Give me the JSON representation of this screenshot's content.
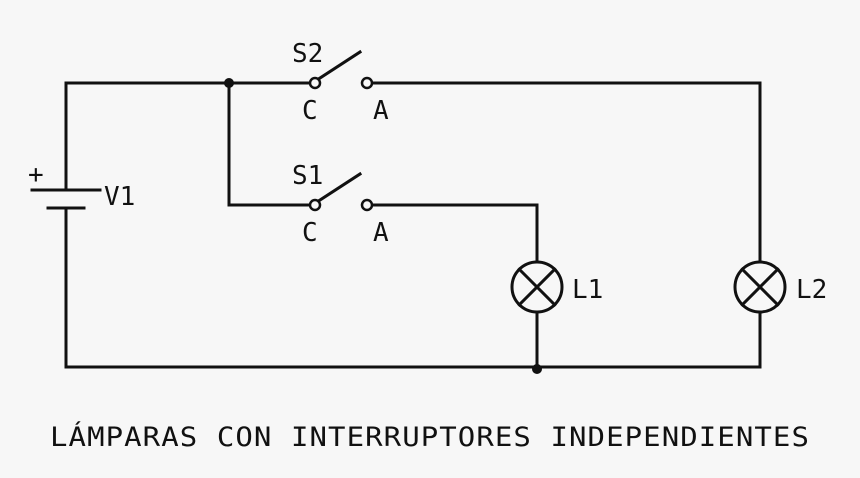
{
  "battery": {
    "name": "V1",
    "polarity": "+"
  },
  "switches": [
    {
      "name": "S2",
      "common_label": "C",
      "contact_label": "A"
    },
    {
      "name": "S1",
      "common_label": "C",
      "contact_label": "A"
    }
  ],
  "lamps": [
    {
      "name": "L1"
    },
    {
      "name": "L2"
    }
  ],
  "caption": "LÁMPARAS CON INTERRUPTORES INDEPENDIENTES",
  "colors": {
    "line": "#111111",
    "background": "#f7f7f7"
  }
}
